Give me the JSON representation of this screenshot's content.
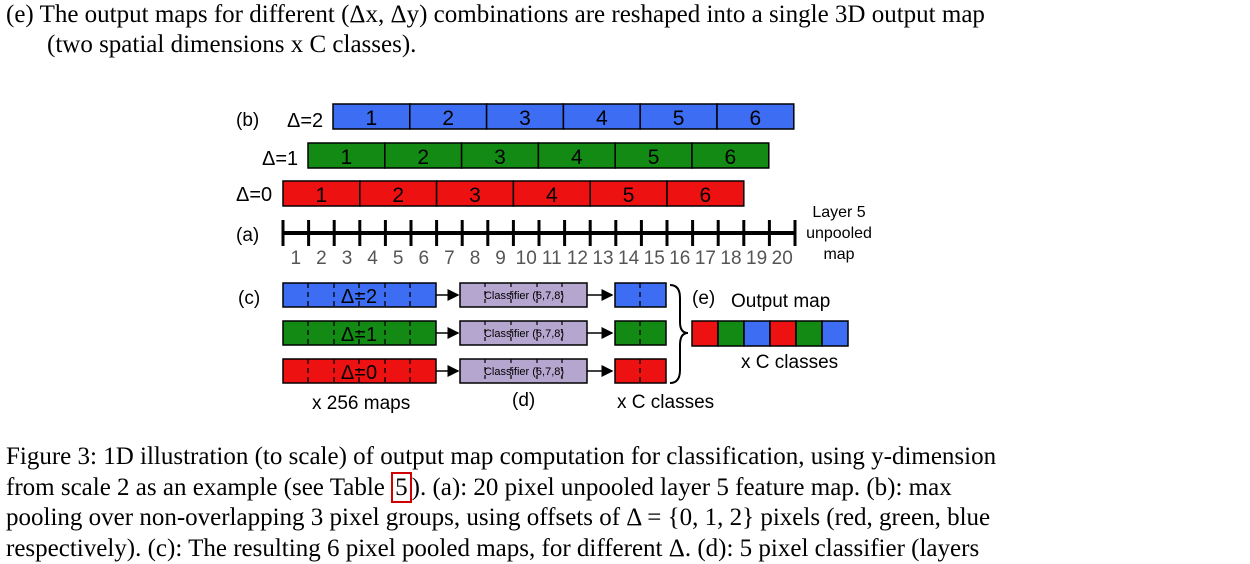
{
  "top_text": {
    "item_label": "(e)",
    "line1": "The output maps for different (Δx, Δy) combinations are reshaped into a single 3D output map",
    "line2": "(two spatial dimensions x C classes)."
  },
  "diagram": {
    "label_b": "(b)",
    "label_a": "(a)",
    "label_c": "(c)",
    "label_d": "(d)",
    "label_e": "(e)",
    "delta2": "Δ=2",
    "delta1": "Δ=1",
    "delta0": "Δ=0",
    "pool_cells": [
      "1",
      "2",
      "3",
      "4",
      "5",
      "6"
    ],
    "ruler_ticks": [
      "1",
      "2",
      "3",
      "4",
      "5",
      "6",
      "7",
      "8",
      "9",
      "10",
      "11",
      "12",
      "13",
      "14",
      "15",
      "16",
      "17",
      "18",
      "19",
      "20"
    ],
    "layer_label_1": "Layer 5",
    "layer_label_2": "unpooled",
    "layer_label_3": "map",
    "classifier_label": "Classifier (6,7,8)",
    "maps_label": "x 256 maps",
    "classes_label": "x C classes",
    "output_map_label": "Output map",
    "output_classes_label": "x C classes",
    "colors": {
      "blue": "#3d6df2",
      "green": "#138a13",
      "red": "#ee1111",
      "purple": "#b5a6cf"
    }
  },
  "caption": {
    "line1": "Figure 3: 1D illustration (to scale) of output map computation for classification, using y-dimension",
    "line2a": "from scale 2 as an example (see Table ",
    "ref": "5",
    "line2b": ").  (a): 20 pixel unpooled layer 5 feature map.  (b): max",
    "line3": "pooling over non-overlapping 3 pixel groups, using offsets of Δ = {0, 1, 2} pixels (red, green, blue",
    "line4": "respectively).  (c): The resulting 6 pixel pooled maps, for different Δ.  (d): 5 pixel classifier (layers"
  }
}
